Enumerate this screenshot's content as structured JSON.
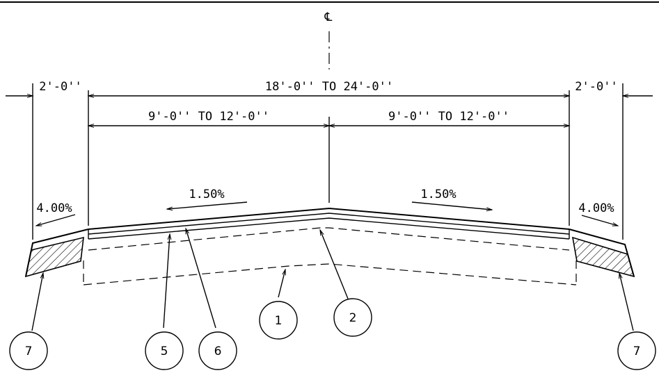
{
  "centerline": {
    "symbol": "℄"
  },
  "dimensions": {
    "shoulder_left": "2'-0''",
    "shoulder_right": "2'-0''",
    "total": "18'-0'' TO 24'-0''",
    "lane_left": "9'-0'' TO 12'-0''",
    "lane_right": "9'-0'' TO 12'-0''"
  },
  "slopes": {
    "shoulder_left": "4.00%",
    "shoulder_right": "4.00%",
    "lane_left": "1.50%",
    "lane_right": "1.50%"
  },
  "callouts": {
    "c1": "1",
    "c2": "2",
    "c5": "5",
    "c6": "6",
    "c7_left": "7",
    "c7_right": "7"
  }
}
